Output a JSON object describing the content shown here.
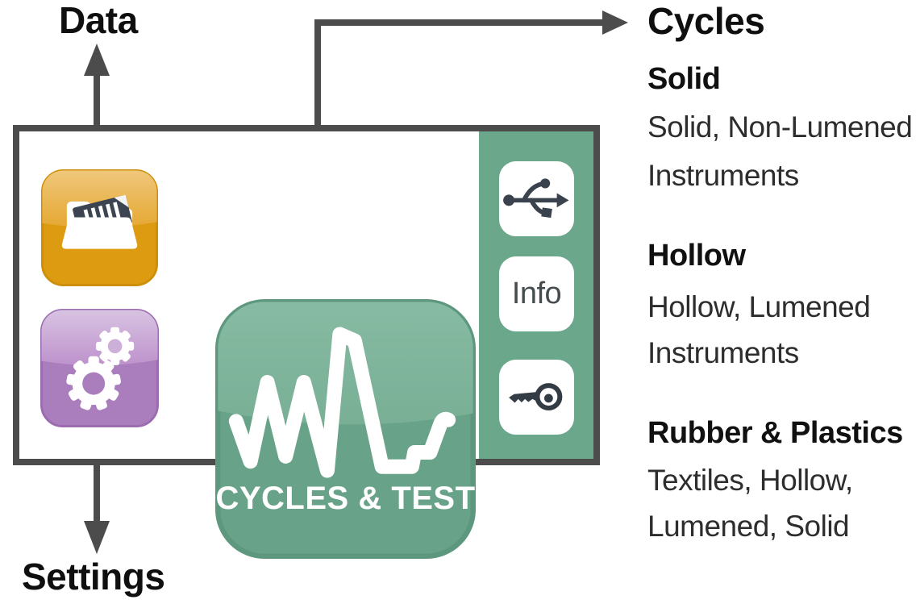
{
  "figure": {
    "data_label": "Data",
    "settings_label": "Settings"
  },
  "legend": {
    "title": "Cycles",
    "items": [
      {
        "name": "Solid",
        "desc_lines": [
          "Solid, Non-Lumened",
          "Instruments"
        ]
      },
      {
        "name": "Hollow",
        "desc_lines": [
          "Hollow, Lumened",
          "Instruments"
        ]
      },
      {
        "name": "Rubber & Plastics",
        "desc_lines": [
          "Textiles, Hollow,",
          "Lumened, Solid"
        ]
      }
    ]
  },
  "panel": {
    "cycles_test_label": "CYCLES & TEST",
    "info_label": "Info",
    "icons": {
      "data_button": "folder-icon",
      "settings_button": "gears-icon",
      "usb_button": "usb-icon",
      "key_button": "key-icon"
    }
  },
  "colors": {
    "outline_gray": "#4c4c4c",
    "screen_green_base": "#68a288",
    "screen_green_gloss": "#7fb69d",
    "sidebar_green": "#6ba78b",
    "tile_orange": "#dc9b10",
    "tile_purple": "#aa7dbc",
    "glyph_dark": "#3a434d",
    "heading_text": "#0f0f0f",
    "body_text": "#2d2d2d"
  }
}
